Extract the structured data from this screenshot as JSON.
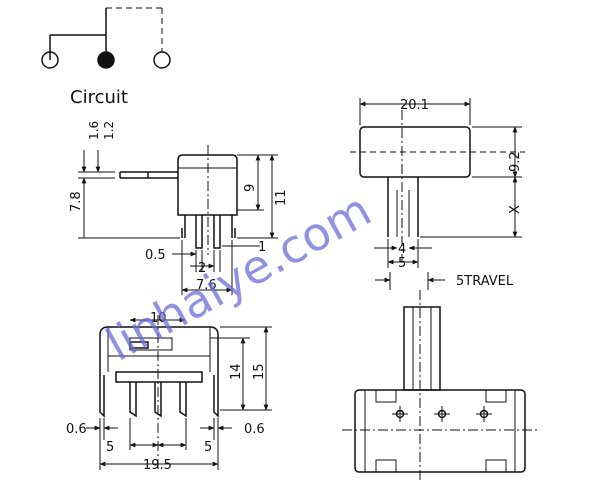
{
  "circuit": {
    "label": "Circuit",
    "terminal_colors": {
      "open": "#ffffff",
      "common": "#111111"
    }
  },
  "watermark": {
    "text": "linhaiye.com",
    "color": "#6c6cd8"
  },
  "side_view": {
    "dims": {
      "d1_6": "1.6",
      "d1_2": "1.2",
      "d7_8": "7.8",
      "d9": "9",
      "d11": "11",
      "d0_5": "0.5",
      "d1": "1",
      "d2": "2",
      "d7_6": "7.6"
    }
  },
  "top_right_view": {
    "dims": {
      "width": "20.1",
      "height": "9.2",
      "x": "X",
      "d4": "4",
      "d5": "5",
      "travel": "5TRAVEL"
    }
  },
  "front_view": {
    "dims": {
      "d10": "10",
      "d14": "14",
      "d15": "15",
      "d0_6_left": "0.6",
      "d0_6_right": "0.6",
      "d5_left": "5",
      "d5_right": "5",
      "d19_5": "19.5"
    }
  }
}
